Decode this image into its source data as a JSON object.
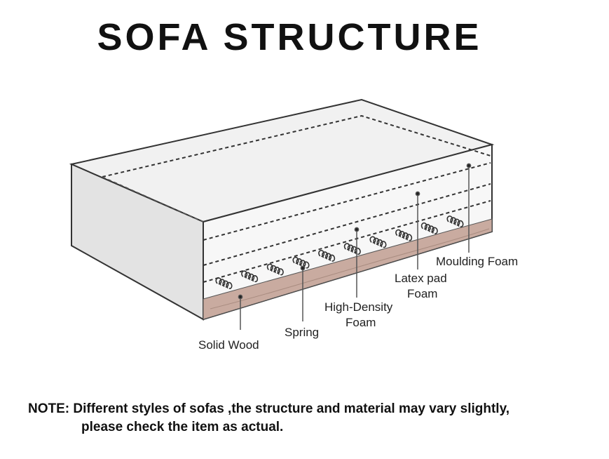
{
  "title": "SOFA STRUCTURE",
  "labels": {
    "moulding_foam": "Moulding Foam",
    "latex_pad_line1": "Latex pad",
    "latex_pad_line2": "Foam",
    "high_density_line1": "High-Density",
    "high_density_line2": "Foam",
    "spring": "Spring",
    "solid_wood": "Solid Wood"
  },
  "note": {
    "prefix": "NOTE:",
    "line1": "Different styles of sofas ,the structure and material may vary slightly,",
    "line2": "please check the item as  actual."
  },
  "colors": {
    "outline": "#333333",
    "top_face": "#f1f1f1",
    "left_face": "#e3e3e3",
    "front_face": "#f7f7f7",
    "wood": "#c9aba0"
  }
}
